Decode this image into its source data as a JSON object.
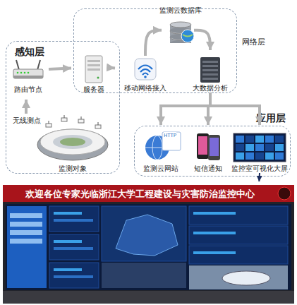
{
  "diagram": {
    "nodes": [
      {
        "text": [
          "感知层"
        ]
      },
      {
        "text": [
          "网络层"
        ]
      },
      {
        "text": [
          "监测云数据库"
        ],
        "in": 1
      },
      {
        "text": [
          "路由节点"
        ],
        "in": 0
      },
      {
        "text": [
          "服务器"
        ],
        "in": 0
      },
      {
        "text": [
          "移动网络接入"
        ],
        "in": 1
      },
      {
        "text": [
          "大数据分析"
        ],
        "in": 1
      },
      {
        "text": [
          "监测对象"
        ],
        "in": 0
      },
      {
        "text": [
          "应用层"
        ]
      },
      {
        "text": [
          "监测云网站"
        ],
        "in": 8
      },
      {
        "text": [
          "短信通知"
        ],
        "in": 8
      },
      {
        "text": [
          "监控室可视化大屏"
        ],
        "in": 8
      },
      {
        "text": [
          "欢迎各位专家光临浙江大学工程建设与灾害防治监控中心"
        ]
      }
    ],
    "edges": [
      {
        "from": 3,
        "to": 4,
        "arrow": "to"
      },
      {
        "from": 4,
        "to": 5,
        "arrow": "to"
      },
      {
        "from": 5,
        "to": 2,
        "arrow": "to"
      },
      {
        "from": 2,
        "to": 6,
        "arrow": "to"
      },
      {
        "from": 6,
        "to": 9,
        "arrow": "to"
      },
      {
        "from": 6,
        "to": 10,
        "arrow": "to"
      },
      {
        "from": 6,
        "to": 11,
        "arrow": "to"
      },
      {
        "from": 7,
        "to": 3,
        "arrow": "to"
      },
      {
        "from": 11,
        "to": 12,
        "arrow": "to"
      }
    ],
    "labels": [
      "无线测点",
      "HTTP"
    ]
  }
}
